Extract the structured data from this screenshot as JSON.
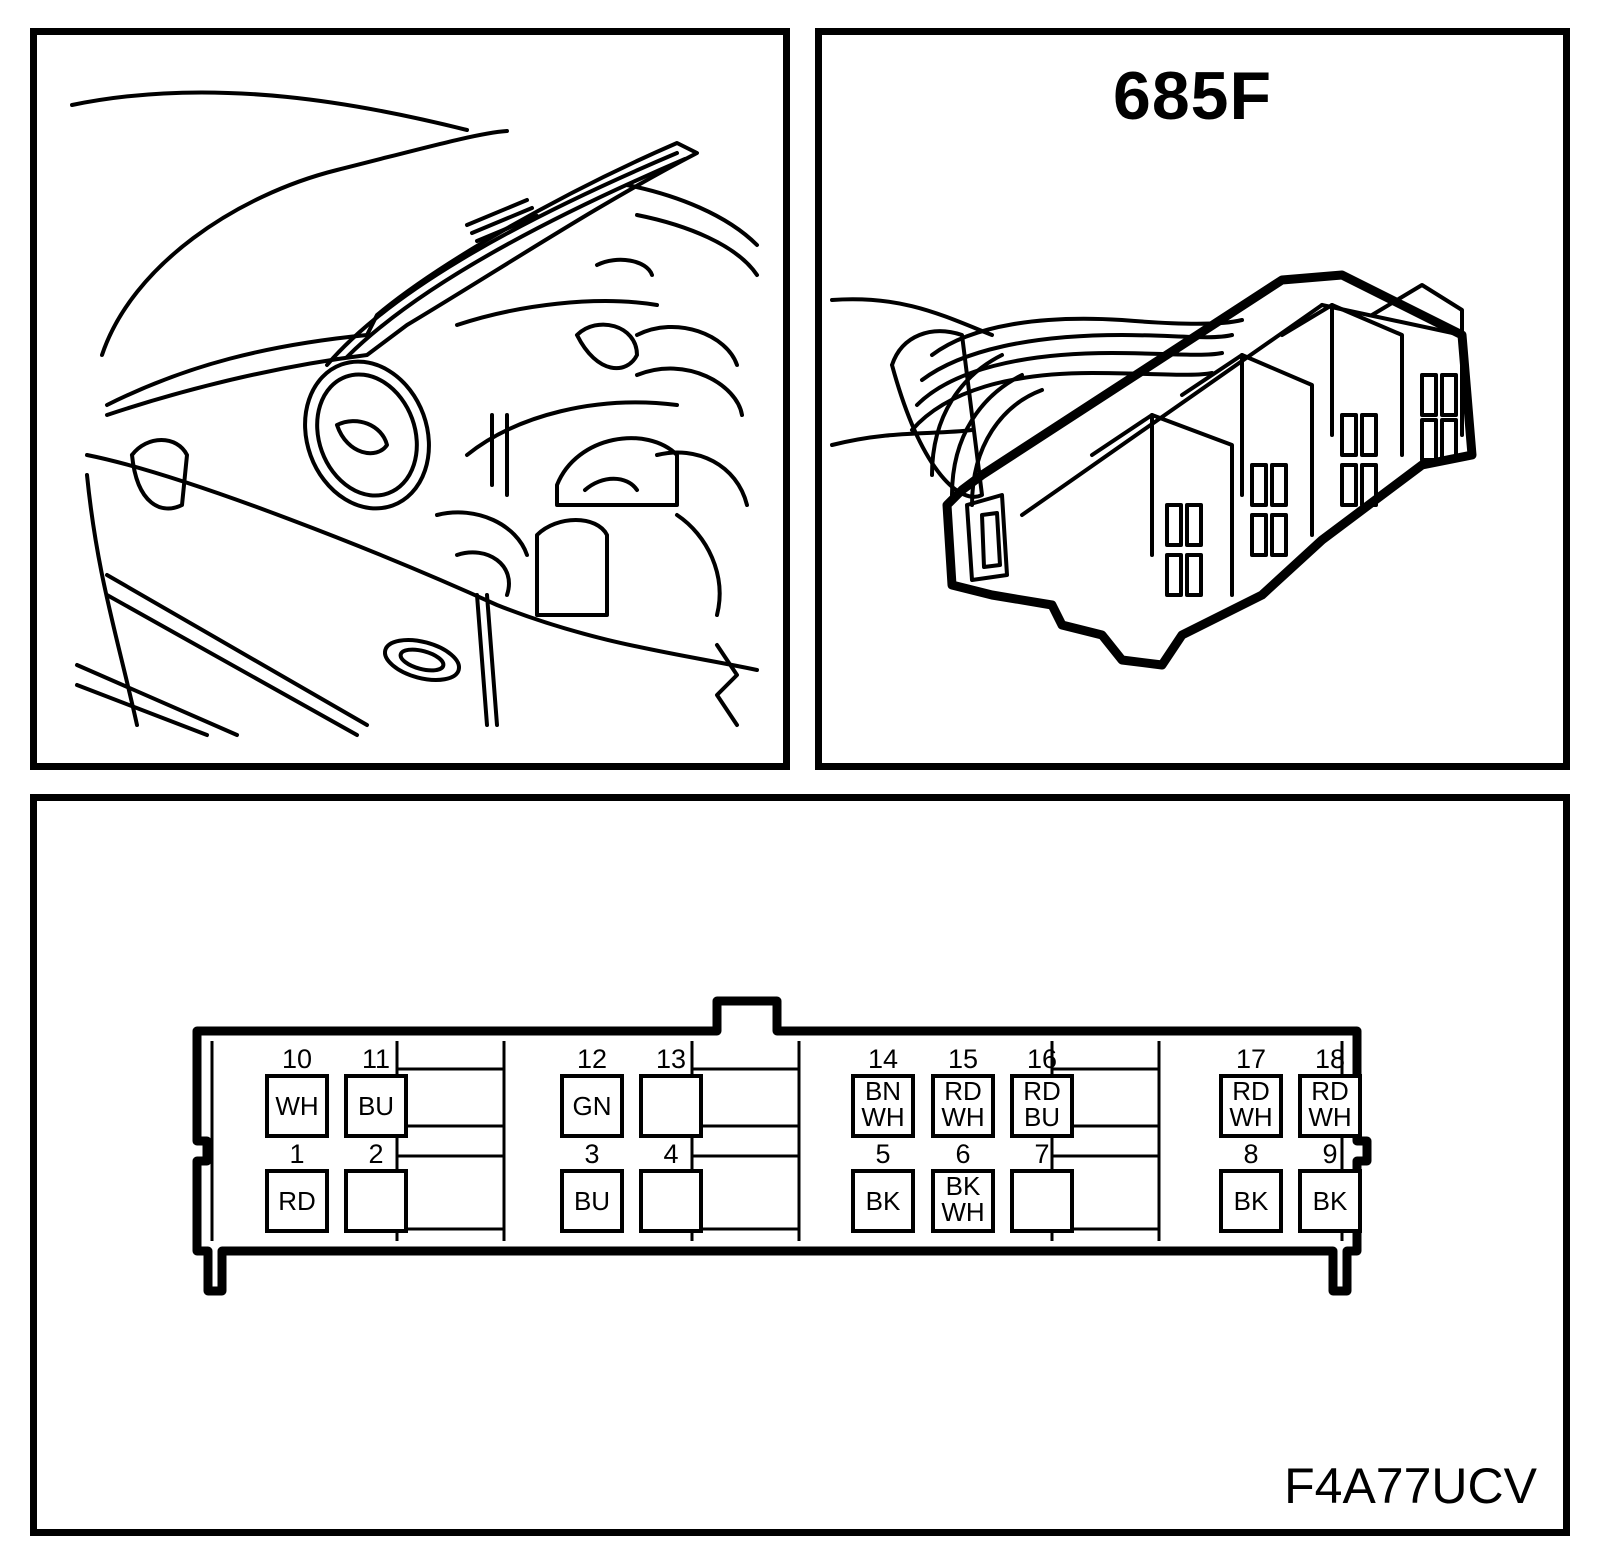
{
  "connector": {
    "id": "685F",
    "figure_code": "F4A77UCV"
  },
  "pins": [
    {
      "num": "10",
      "colors": [
        "WH"
      ]
    },
    {
      "num": "11",
      "colors": [
        "BU"
      ]
    },
    {
      "num": "12",
      "colors": [
        "GN"
      ]
    },
    {
      "num": "13",
      "colors": []
    },
    {
      "num": "14",
      "colors": [
        "BN",
        "WH"
      ]
    },
    {
      "num": "15",
      "colors": [
        "RD",
        "WH"
      ]
    },
    {
      "num": "16",
      "colors": [
        "RD",
        "BU"
      ]
    },
    {
      "num": "17",
      "colors": [
        "RD",
        "WH"
      ]
    },
    {
      "num": "18",
      "colors": [
        "RD",
        "WH"
      ]
    },
    {
      "num": "1",
      "colors": [
        "RD"
      ]
    },
    {
      "num": "2",
      "colors": []
    },
    {
      "num": "3",
      "colors": [
        "BU"
      ]
    },
    {
      "num": "4",
      "colors": []
    },
    {
      "num": "5",
      "colors": [
        "BK"
      ]
    },
    {
      "num": "6",
      "colors": [
        "BK",
        "WH"
      ]
    },
    {
      "num": "7",
      "colors": []
    },
    {
      "num": "8",
      "colors": [
        "BK"
      ]
    },
    {
      "num": "9",
      "colors": [
        "BK"
      ]
    }
  ]
}
